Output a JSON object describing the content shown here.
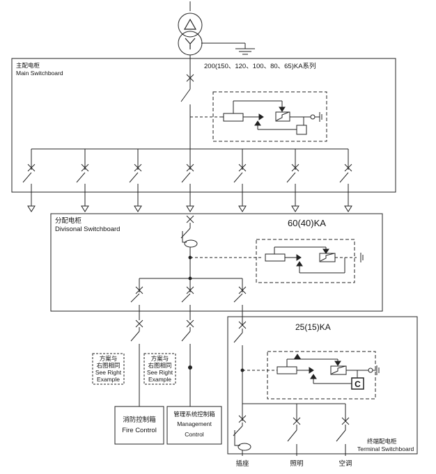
{
  "main": {
    "title_cn": "主配电柜",
    "title_en": "Main Switchboard",
    "rating": "200(150、120、100、80、65)KA系列"
  },
  "divisional": {
    "title_cn": "分配电柜",
    "title_en": "Divisonal Switchboard",
    "rating": "60(40)KA"
  },
  "terminal": {
    "rating": "25(15)KA",
    "title_cn": "终端配电柜",
    "title_en": "Terminal Switchboard",
    "c_label": "C"
  },
  "notes": [
    {
      "line1": "方案与",
      "line2": "右图相同",
      "line3": "See Right",
      "line4": "Example"
    },
    {
      "line1": "方案与",
      "line2": "右图相同",
      "line3": "See Right",
      "line4": "Example"
    }
  ],
  "loads": {
    "fire": {
      "cn": "消防控制箱",
      "en": "Fire Control"
    },
    "management": {
      "cn": "管理系统控制箱",
      "en1": "Management",
      "en2": "Control"
    },
    "outlet": "插座",
    "lighting": "照明",
    "ac": "空调"
  },
  "colors": {
    "line": "#222222",
    "dash": "#333333"
  },
  "icons": [
    "transformer-icon",
    "ground-icon",
    "switch-icon",
    "spd-icon",
    "arrow-down-icon"
  ]
}
